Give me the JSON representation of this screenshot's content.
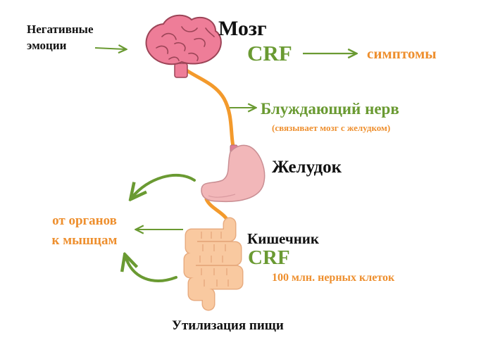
{
  "labels": {
    "negative_emotions_line1": "Негативные",
    "negative_emotions_line2": "эмоции",
    "brain": "Мозг",
    "crf_brain": "CRF",
    "symptoms": "симптомы",
    "vagus_nerve": "Блуждающий нерв",
    "vagus_note": "(связывает мозг с желудком)",
    "stomach": "Желудок",
    "organs_line1": "от органов",
    "organs_line2": "к мышцам",
    "intestine": "Кишечник",
    "crf_intestine": "CRF",
    "nerve_cells": "100 млн. нерных клеток",
    "digestion": "Утилизация пищи"
  },
  "colors": {
    "green": "#6a9a32",
    "orange": "#ee8f2e",
    "brain_pink": "#ee7d98",
    "stomach_pink": "#f2b7b9",
    "intestine_peach": "#f9c9a0",
    "text_dark": "#111111"
  }
}
